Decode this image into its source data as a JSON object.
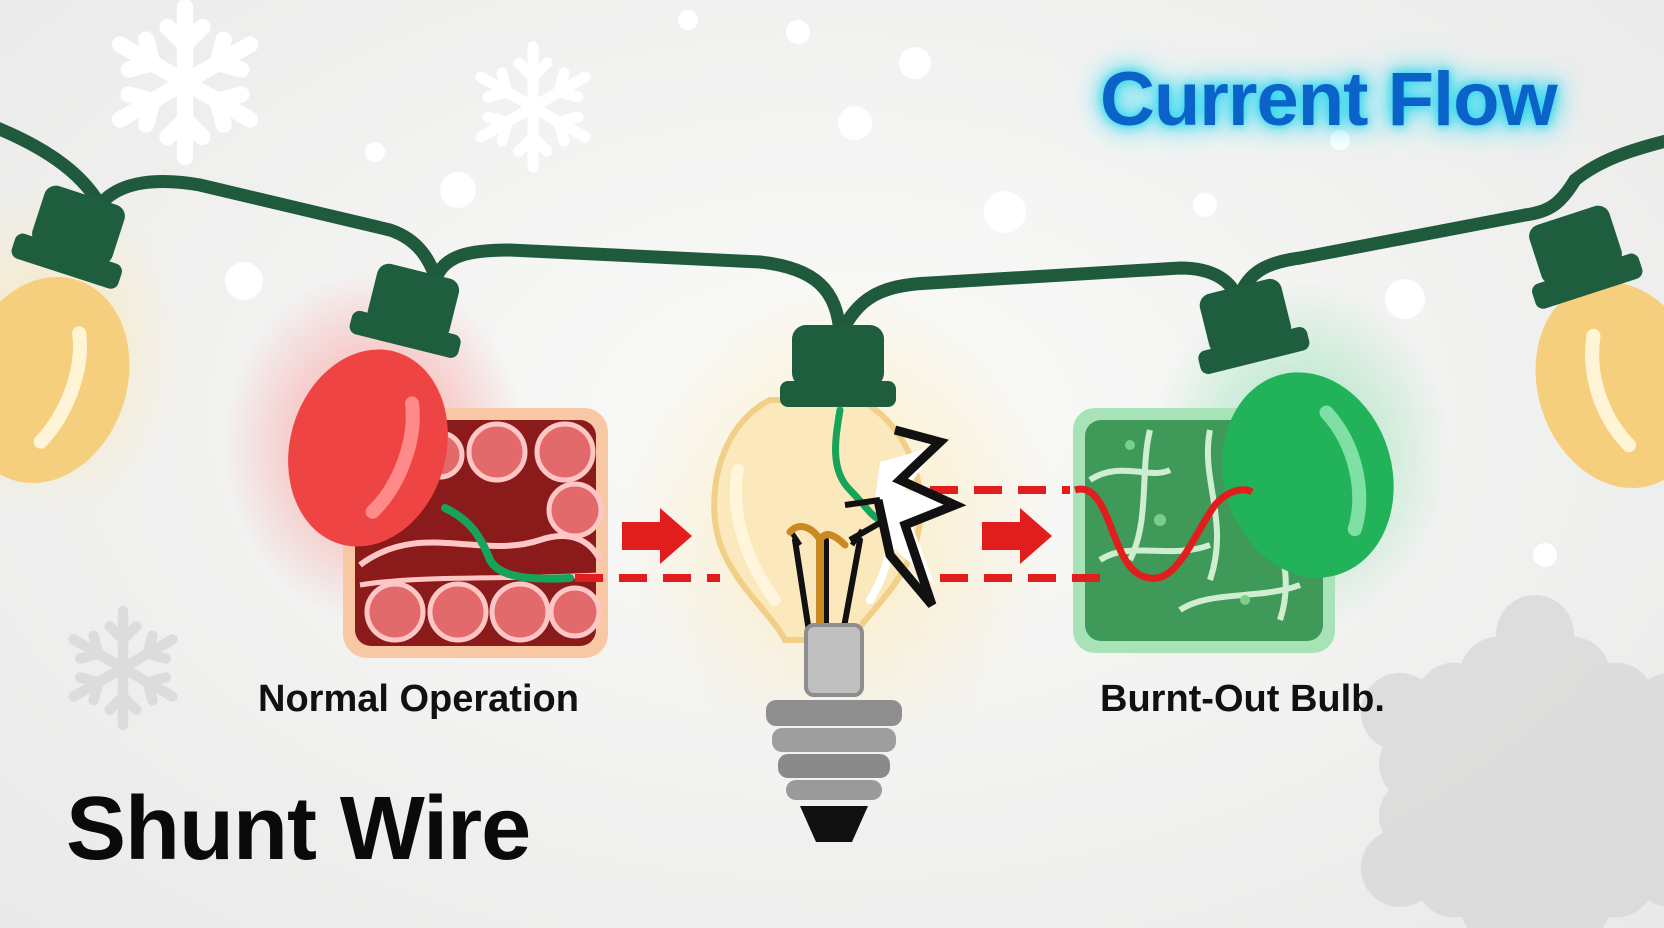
{
  "labels": {
    "current_flow": "Current Flow",
    "normal_operation": "Normal Operation",
    "burnt_out_bulb": "Burnt-Out Bulb.",
    "shunt_wire": "Shunt Wire"
  },
  "colors": {
    "wire": "#1f5a3c",
    "socket": "#1e5e3f",
    "red_bulb": "#ef4444",
    "green_bulb": "#22b25a",
    "yellow_bulb": "#f5cf7e",
    "current_arrow": "#e11d1d",
    "title_blue": "#0b63c9",
    "title_glow": "#22d3ee"
  },
  "icons": [
    "snowflake-icon",
    "bulb-icon",
    "lightning-crack-icon",
    "arrow-right-icon"
  ]
}
